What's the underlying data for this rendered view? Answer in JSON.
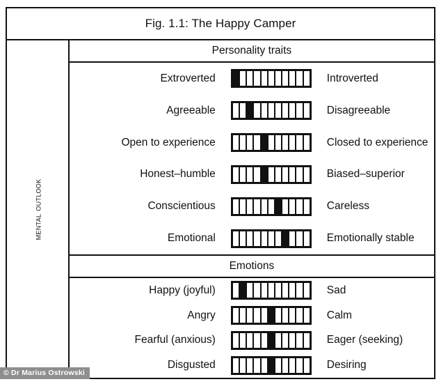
{
  "figure": {
    "title": "Fig. 1.1: The Happy Camper",
    "axis_label": "Mental Outlook",
    "credit": "© Dr Marius Ostrowski",
    "scale_cells": 11,
    "colors": {
      "ink": "#111111",
      "paper": "#ffffff",
      "credit_band": "#8e8e8e",
      "credit_text": "#ffffff"
    }
  },
  "sections": [
    {
      "header": "Personality traits",
      "rows": [
        {
          "left": "Extroverted",
          "right": "Introverted",
          "marked": 1
        },
        {
          "left": "Agreeable",
          "right": "Disagreeable",
          "marked": 3
        },
        {
          "left": "Open to experience",
          "right": "Closed to experience",
          "marked": 5
        },
        {
          "left": "Honest–humble",
          "right": "Biased–superior",
          "marked": 5
        },
        {
          "left": "Conscientious",
          "right": "Careless",
          "marked": 7
        },
        {
          "left": "Emotional",
          "right": "Emotionally stable",
          "marked": 8
        }
      ]
    },
    {
      "header": "Emotions",
      "rows": [
        {
          "left": "Happy (joyful)",
          "right": "Sad",
          "marked": 2
        },
        {
          "left": "Angry",
          "right": "Calm",
          "marked": 6
        },
        {
          "left": "Fearful (anxious)",
          "right": "Eager (seeking)",
          "marked": 6
        },
        {
          "left": "Disgusted",
          "right": "Desiring",
          "marked": 6
        }
      ]
    }
  ],
  "chart_data": {
    "type": "table",
    "title": "Fig. 1.1: The Happy Camper",
    "xlabel": "",
    "ylabel": "Mental Outlook",
    "scale_min": 1,
    "scale_max": 11,
    "categories": [
      "Extroverted–Introverted",
      "Agreeable–Disagreeable",
      "Open to experience–Closed to experience",
      "Honest–humble / Biased–superior",
      "Conscientious–Careless",
      "Emotional–Emotionally stable",
      "Happy (joyful)–Sad",
      "Angry–Calm",
      "Fearful (anxious)–Eager (seeking)",
      "Disgusted–Desiring"
    ],
    "values": [
      1,
      3,
      5,
      5,
      7,
      8,
      2,
      6,
      6,
      6
    ]
  }
}
